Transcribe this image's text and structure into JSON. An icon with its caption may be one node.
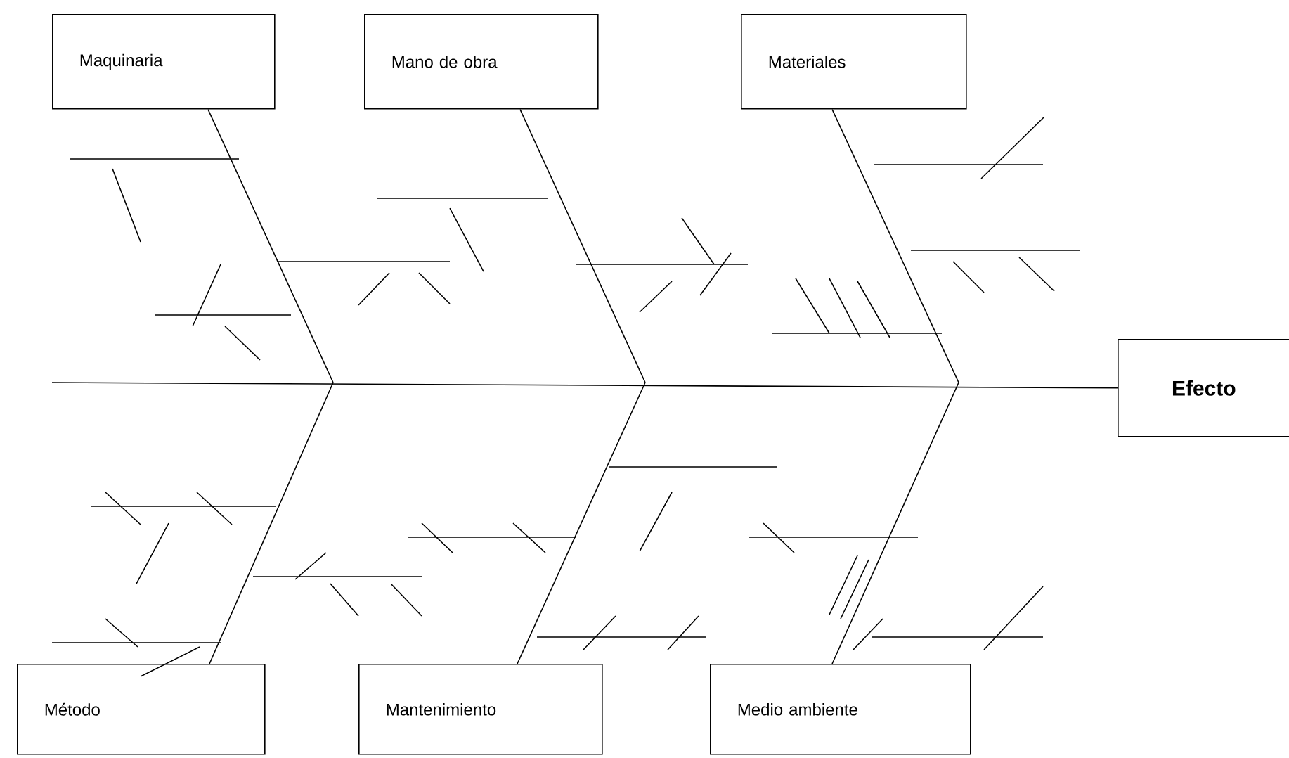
{
  "diagram": {
    "nodes": [
      {
        "text": [
          "Maquinaria"
        ]
      },
      {
        "text": [
          "Mano de obra"
        ]
      },
      {
        "text": [
          "Materiales"
        ]
      },
      {
        "text": [
          "Efecto"
        ]
      },
      {
        "text": [
          "Método"
        ]
      },
      {
        "text": [
          "Mantenimiento"
        ]
      },
      {
        "text": [
          "Medio ambiente"
        ]
      }
    ],
    "edges": [
      {
        "from": null,
        "to": 3,
        "arrow": "none"
      },
      {
        "from": 0,
        "to": null,
        "arrow": "none"
      },
      {
        "from": 1,
        "to": null,
        "arrow": "none"
      },
      {
        "from": 2,
        "to": null,
        "arrow": "none"
      },
      {
        "from": 4,
        "to": null,
        "arrow": "none"
      },
      {
        "from": 5,
        "to": null,
        "arrow": "none"
      },
      {
        "from": 6,
        "to": null,
        "arrow": "none"
      }
    ]
  }
}
